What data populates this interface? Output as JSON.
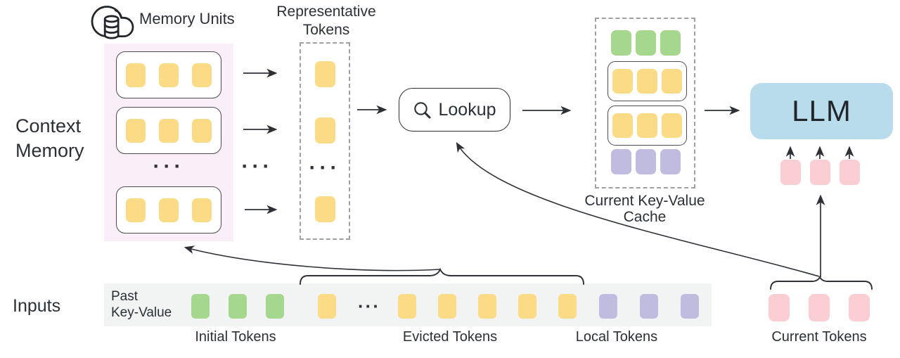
{
  "figure": {
    "labels": {
      "context_memory": "Context\nMemory",
      "inputs": "Inputs",
      "memory_units": "Memory Units",
      "representative_tokens": "Representative\nTokens",
      "lookup": "Lookup",
      "current_kv_cache": "Current Key-Value\nCache",
      "llm": "LLM",
      "past_key_value": "Past\nKey-Value",
      "initial_tokens": "Initial Tokens",
      "evicted_tokens": "Evicted Tokens",
      "local_tokens": "Local Tokens",
      "current_tokens": "Current Tokens",
      "ellipsis": "···"
    },
    "colors": {
      "yellow": "#FBDB85",
      "green": "#A6D78F",
      "purple": "#BFBCE0",
      "pink": "#FBCED3",
      "llm_blue": "#B9DCEC",
      "memory_bg": "#FAEFF8",
      "bar_bg": "#F2F4F4",
      "ink": "#2B3036"
    },
    "groups": {
      "memory_unit": {
        "count": 3,
        "color": "yellow"
      },
      "rep_token": {
        "count": 1,
        "color": "yellow"
      },
      "cache_initial": {
        "count": 3,
        "color": "green"
      },
      "cache_unit": {
        "count": 3,
        "color": "yellow"
      },
      "cache_local": {
        "count": 3,
        "color": "purple"
      },
      "llm_input": {
        "count": 3,
        "color": "pink"
      },
      "bar_initial": {
        "count": 3,
        "color": "green"
      },
      "bar_evicted_head": {
        "count": 1,
        "color": "yellow"
      },
      "bar_evicted_tail": {
        "count": 5,
        "color": "yellow"
      },
      "bar_local": {
        "count": 3,
        "color": "purple"
      },
      "current_tokens": {
        "count": 3,
        "color": "pink"
      }
    }
  }
}
